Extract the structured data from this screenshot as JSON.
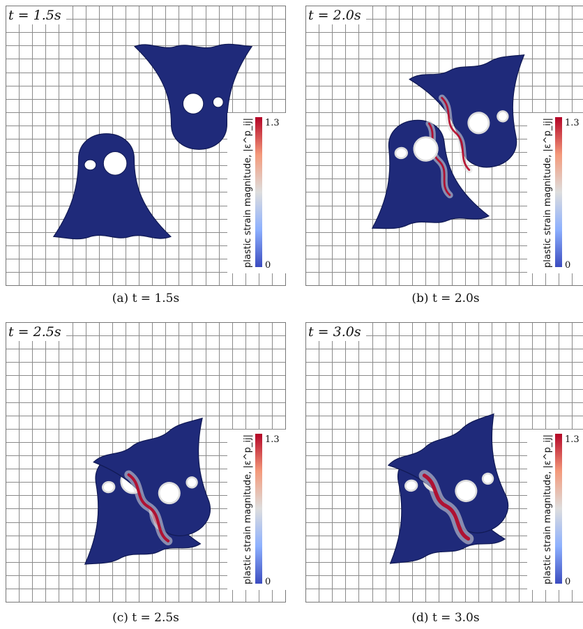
{
  "panels": [
    {
      "id": "a",
      "time_label": "t = 1.5s",
      "caption": "(a) t = 1.5s",
      "stage": 0
    },
    {
      "id": "b",
      "time_label": "t = 2.0s",
      "caption": "(b) t = 2.0s",
      "stage": 1
    },
    {
      "id": "c",
      "time_label": "t = 2.5s",
      "caption": "(c) t = 2.5s",
      "stage": 2
    },
    {
      "id": "d",
      "time_label": "t = 3.0s",
      "caption": "(d) t = 3.0s",
      "stage": 3
    }
  ],
  "colorbar": {
    "title": "plastic strain magnitude, |ε^p_ij|",
    "max_label": "1.3",
    "min_label": "0",
    "colors": [
      "#3b4cc0",
      "#8db0fe",
      "#dddddd",
      "#f49a7b",
      "#b40426"
    ]
  },
  "colors": {
    "body": "#1f2a7a",
    "grid": "#8a8a8a",
    "strain_high": "#b40426",
    "strain_mid": "#dddddd"
  }
}
